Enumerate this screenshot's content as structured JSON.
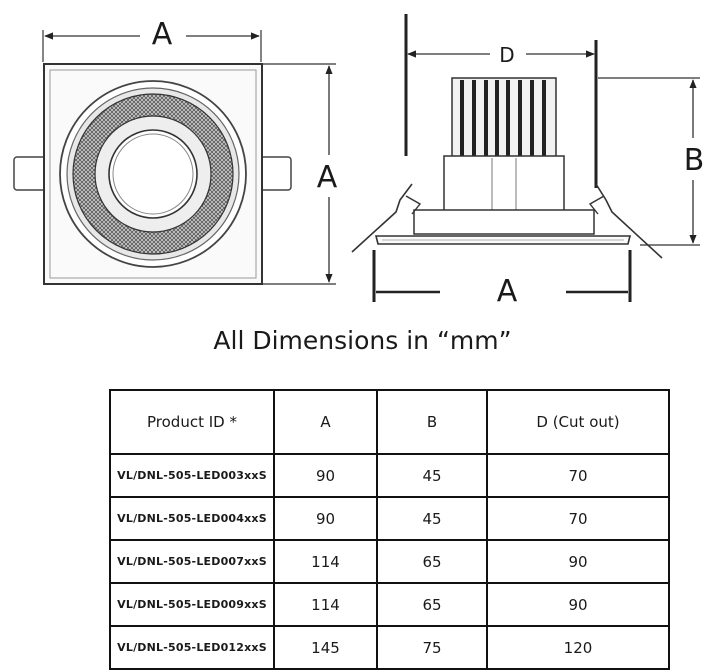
{
  "drawing": {
    "front_view": {
      "width_label": "A",
      "height_label": "A"
    },
    "side_view": {
      "cutout_label": "D",
      "height_label": "B",
      "width_label": "A"
    }
  },
  "caption": "All Dimensions in “mm”",
  "table": {
    "headers": [
      "Product ID *",
      "A",
      "B",
      "D (Cut out)"
    ],
    "rows": [
      [
        "VL/DNL-505-LED003xxS",
        "90",
        "45",
        "70"
      ],
      [
        "VL/DNL-505-LED004xxS",
        "90",
        "45",
        "70"
      ],
      [
        "VL/DNL-505-LED007xxS",
        "114",
        "65",
        "90"
      ],
      [
        "VL/DNL-505-LED009xxS",
        "114",
        "65",
        "90"
      ],
      [
        "VL/DNL-505-LED012xxS",
        "145",
        "75",
        "120"
      ]
    ]
  }
}
